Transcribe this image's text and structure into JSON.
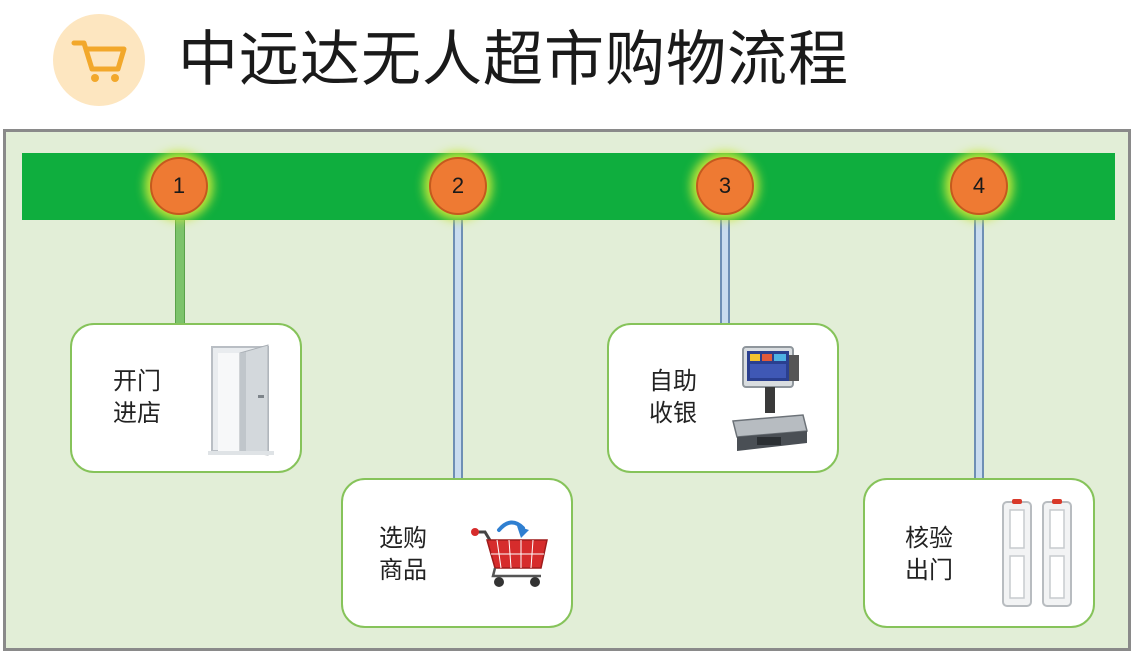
{
  "header": {
    "title": "中远达无人超市购物流程",
    "icon": "shopping-cart-icon"
  },
  "steps": [
    {
      "number": "1",
      "line1": "开门",
      "line2": "进店",
      "icon": "door-icon"
    },
    {
      "number": "2",
      "line1": "选购",
      "line2": "商品",
      "icon": "shopping-cart-icon"
    },
    {
      "number": "3",
      "line1": "自助",
      "line2": "收银",
      "icon": "pos-terminal-icon"
    },
    {
      "number": "4",
      "line1": "核验",
      "line2": "出门",
      "icon": "security-gate-icon"
    }
  ],
  "colors": {
    "band": "#0fae3e",
    "panel": "#e2eed7",
    "node": "#ee7a33",
    "card_border": "#86c35a",
    "logo_bg": "#fde6c0",
    "logo_cart": "#f2a82b"
  }
}
